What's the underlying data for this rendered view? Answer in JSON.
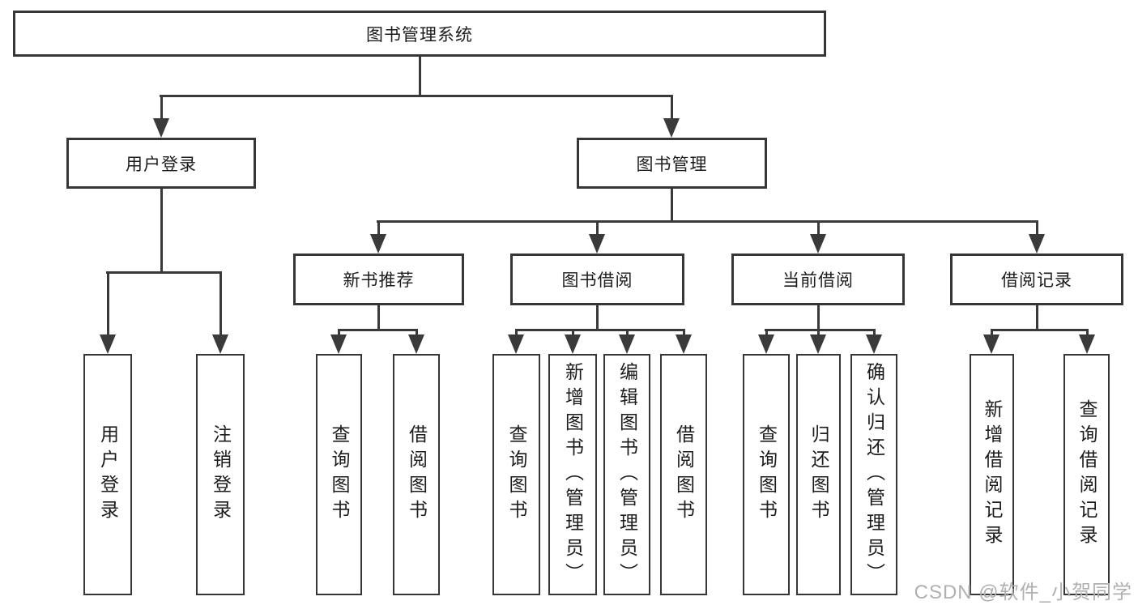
{
  "diagram": {
    "root": "图书管理系统",
    "level2": [
      "用户登录",
      "图书管理"
    ],
    "level3": [
      "新书推荐",
      "图书借阅",
      "当前借阅",
      "借阅记录"
    ],
    "leaves": {
      "user_login": [
        "用户登录",
        "注销登录"
      ],
      "new_books": [
        "查询图书",
        "借阅图书"
      ],
      "book_borrow": [
        "查询图书",
        "新增图书（管理员）",
        "编辑图书（管理员）",
        "借阅图书"
      ],
      "current_borrow": [
        "查询图书",
        "归还图书",
        "确认归还（管理员）"
      ],
      "borrow_records": [
        "新增借阅记录",
        "查询借阅记录"
      ]
    }
  },
  "watermark": "CSDN @软件_小贺同学",
  "colors": {
    "line": "#3a3a3a",
    "box_border": "#363636",
    "text": "#1c1c1c",
    "watermark": "#b0b0b0",
    "background": "#ffffff"
  }
}
